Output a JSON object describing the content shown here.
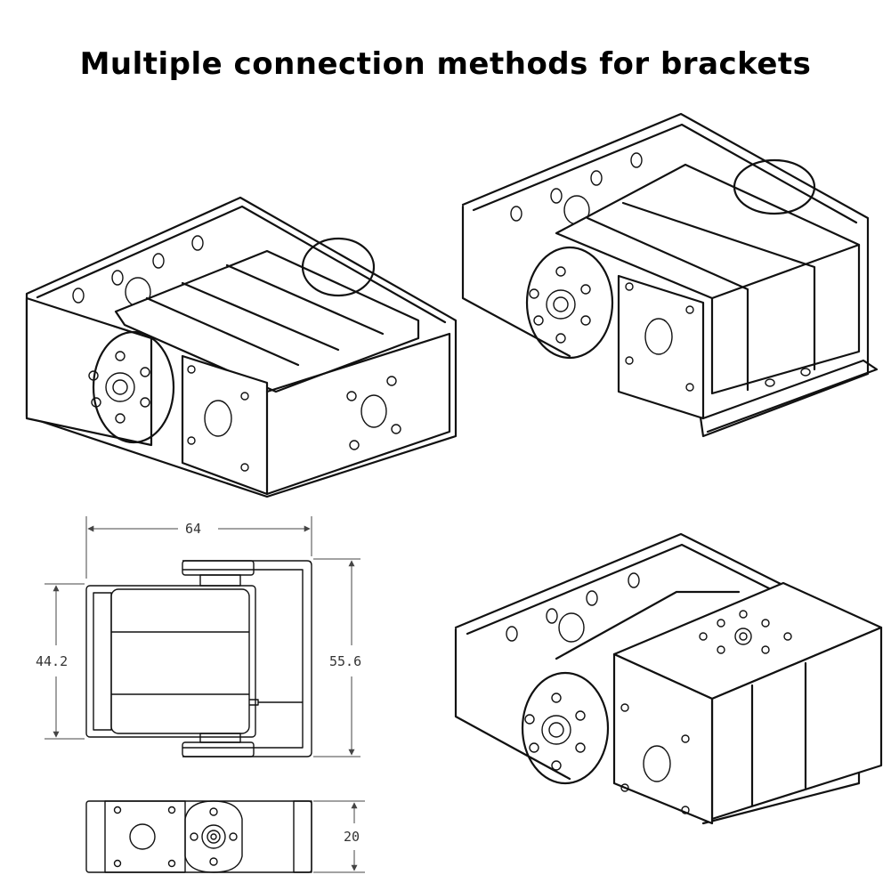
{
  "title": "Multiple connection methods for brackets",
  "dimensions": {
    "width": "64",
    "height_inner": "44.2",
    "height_outer": "55.6",
    "depth": "20"
  }
}
